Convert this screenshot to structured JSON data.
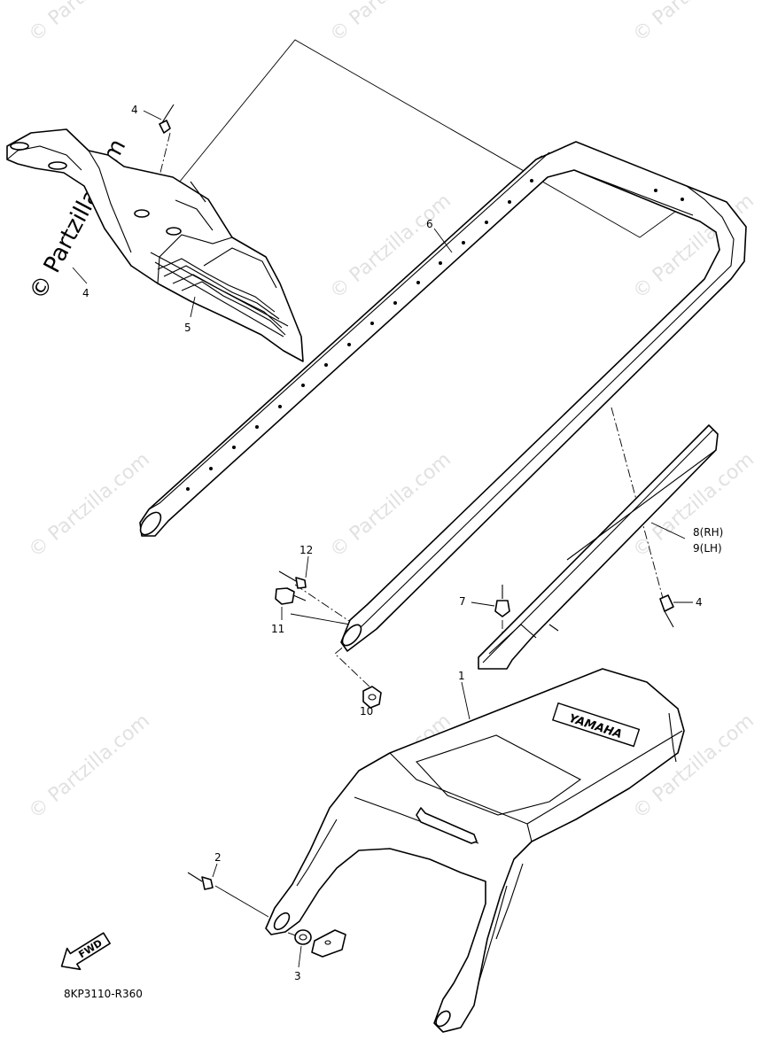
{
  "watermark": {
    "text": "© Partzilla.com",
    "prominent_text": "© Partzilla.com"
  },
  "callouts": {
    "c4_top": "4",
    "c4_left": "4",
    "c5": "5",
    "c6": "6",
    "c8": "8(RH)",
    "c9": "9(LH)",
    "c12": "12",
    "c11": "11",
    "c7": "7",
    "c4_right": "4",
    "c10": "10",
    "c1": "1",
    "c2": "2",
    "c3": "3"
  },
  "seat_logo": "YAMAHA",
  "fwd_label": "FWD",
  "diagram_code": "8KP3110-R360"
}
